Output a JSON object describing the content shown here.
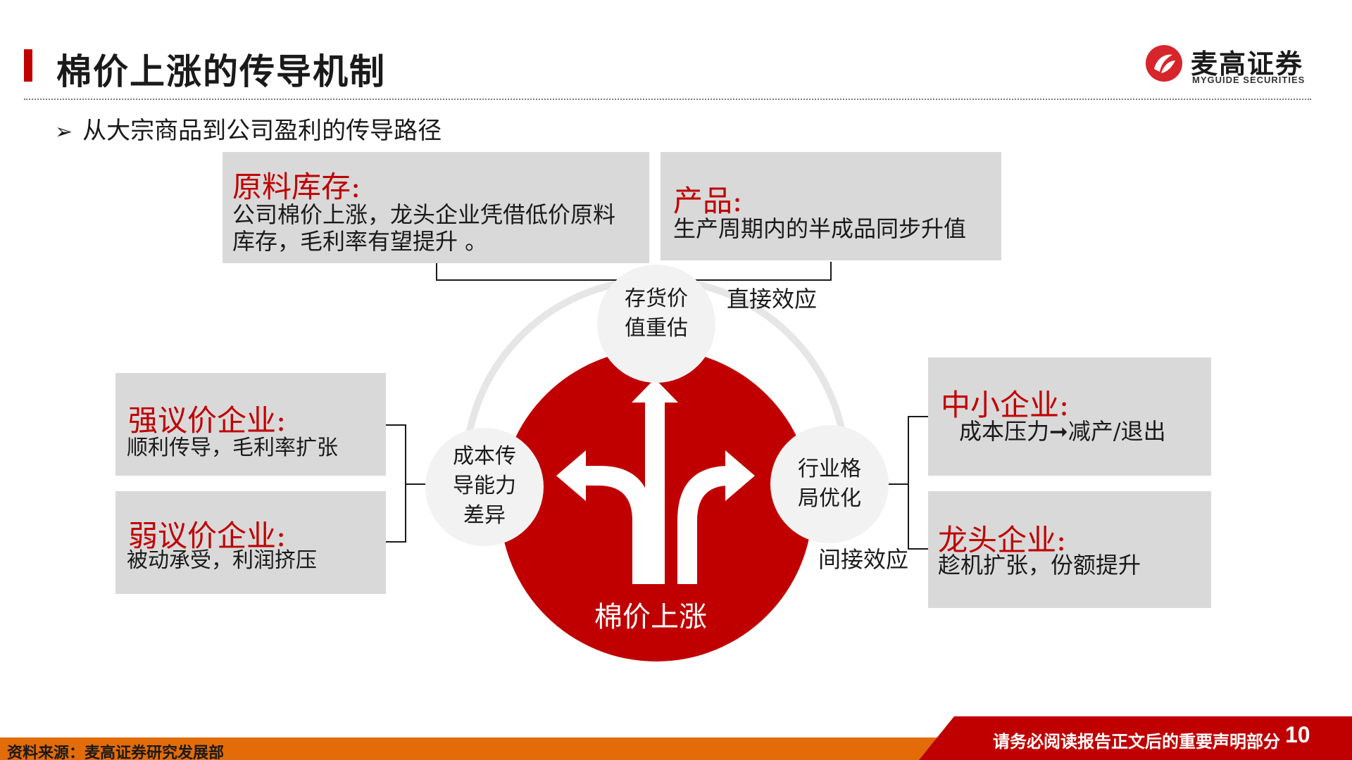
{
  "header": {
    "title": "棉价上涨的传导机制",
    "subtitle": "从大宗商品到公司盈利的传导路径",
    "subtitle_marker": "➢"
  },
  "logo": {
    "name_cn": "麦高证券",
    "name_en": "MYGUIDE SECURITIES"
  },
  "boxes": {
    "raw_inventory": {
      "title": "原料库存:",
      "line1": "公司棉价上涨，龙头企业凭借低价原料",
      "line2": "库存，毛利率有望提升 。"
    },
    "product": {
      "title": "产品:",
      "line1": "生产周期内的半成品同步升值"
    },
    "strong_pricing": {
      "title": "强议价企业:",
      "line1": "顺利传导，毛利率扩张"
    },
    "weak_pricing": {
      "title": "弱议价企业:",
      "line1": "被动承受，利润挤压"
    },
    "sme": {
      "title": "中小企业:",
      "line1": "成本压力➞减产/退出"
    },
    "leaders": {
      "title": "龙头企业:",
      "line1": "趁机扩张，份额提升"
    }
  },
  "circles": {
    "inventory_revaluation": {
      "line1": "存货价",
      "line2": "值重估"
    },
    "cost_transmission": {
      "line1": "成本传",
      "line2": "导能力",
      "line3": "差异"
    },
    "industry_structure": {
      "line1": "行业格",
      "line2": "局优化"
    }
  },
  "center": {
    "label": "棉价上涨"
  },
  "labels": {
    "direct_effect": "直接效应",
    "indirect_effect": "间接效应"
  },
  "footer": {
    "source": "资料来源：麦高证券研究发展部",
    "notice": "请务必阅读报告正文后的重要声明部分",
    "page": "10"
  },
  "colors": {
    "accent_red": "#c00000",
    "box_gray": "#d9d9d9",
    "circle_gray": "#f2f2f2",
    "footer_orange": "#e36c09"
  }
}
